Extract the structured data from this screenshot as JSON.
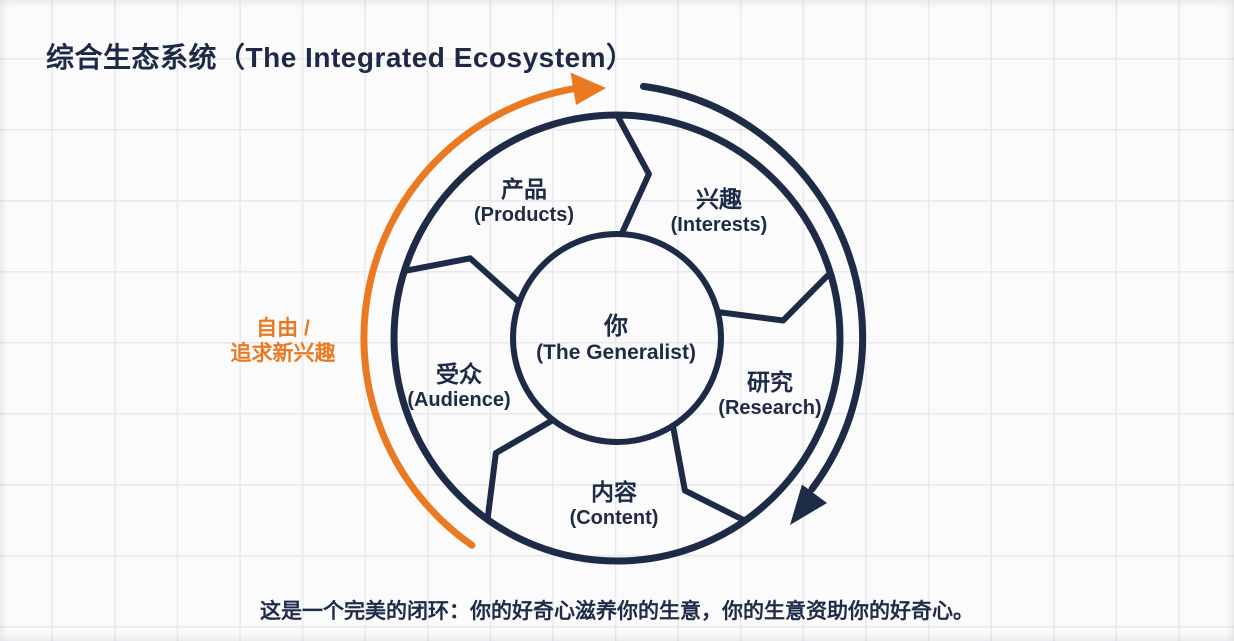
{
  "title": "综合生态系统（The Integrated Ecosystem）",
  "wheel": {
    "center": {
      "zh": "你",
      "en": "(The Generalist)"
    },
    "segments": [
      {
        "id": "products",
        "zh": "产品",
        "en": "(Products)"
      },
      {
        "id": "interests",
        "zh": "兴趣",
        "en": "(Interests)"
      },
      {
        "id": "research",
        "zh": "研究",
        "en": "(Research)"
      },
      {
        "id": "content",
        "zh": "内容",
        "en": "(Content)"
      },
      {
        "id": "audience",
        "zh": "受众",
        "en": "(Audience)"
      }
    ]
  },
  "side_note": {
    "line1": "自由 /",
    "line2": "追求新兴趣"
  },
  "caption": "这是一个完美的闭环：你的好奇心滋养你的生意，你的生意资助你的好奇心。",
  "colors": {
    "navy": "#1e2b47",
    "orange": "#e97a22",
    "grid": "#e8e9ed",
    "background": "#fbfbfc"
  },
  "arrows": {
    "orange_cycle_arrow": "clockwise, left side, labeled freedom / pursue new interests",
    "navy_cycle_arrow": "clockwise, right side"
  }
}
